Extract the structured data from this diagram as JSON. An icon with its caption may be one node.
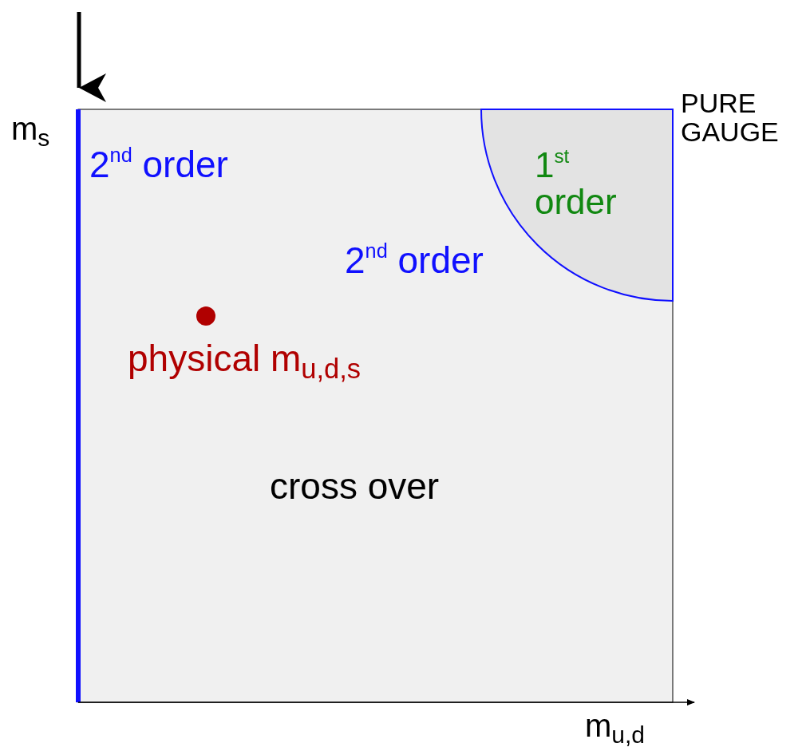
{
  "diagram": {
    "labels": [
      "m$_{s}$",
      "PURE GAUGE",
      "2$^{nd}$ order",
      "1$^{st}$ order",
      "2$^{nd}$ order",
      "physical m$_{u,d,s}$",
      "cross over",
      "m$_{u,d}$"
    ]
  }
}
